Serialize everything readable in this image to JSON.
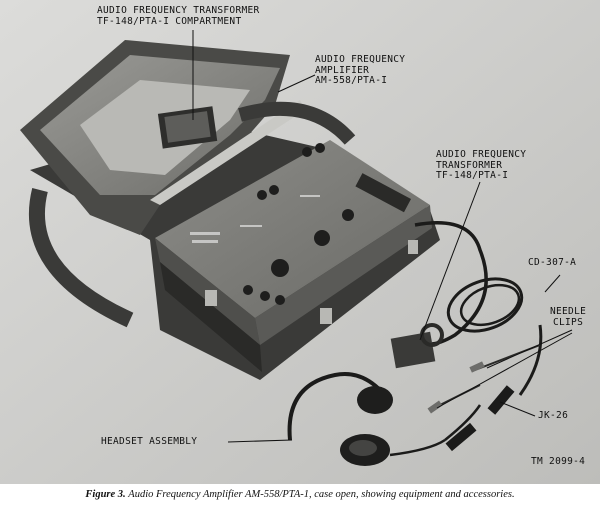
{
  "labels": {
    "transformer_compartment": [
      "AUDIO FREQUENCY TRANSFORMER",
      "TF-148/PTA-I COMPARTMENT"
    ],
    "amplifier": [
      "AUDIO FREQUENCY",
      "AMPLIFIER",
      "AM-558/PTA-I"
    ],
    "transformer": [
      "AUDIO FREQUENCY",
      "TRANSFORMER",
      "TF-148/PTA-I"
    ],
    "cd": "CD-307-A",
    "needle_clips": [
      "NEEDLE",
      "CLIPS"
    ],
    "jk": "JK-26",
    "headset": "HEADSET ASSEMBLY",
    "tm": "TM 2099-4"
  },
  "caption": {
    "figure": "Figure 3.",
    "text": "Audio Frequency Amplifier AM-558/PTA-1, case open, showing equipment and accessories."
  }
}
